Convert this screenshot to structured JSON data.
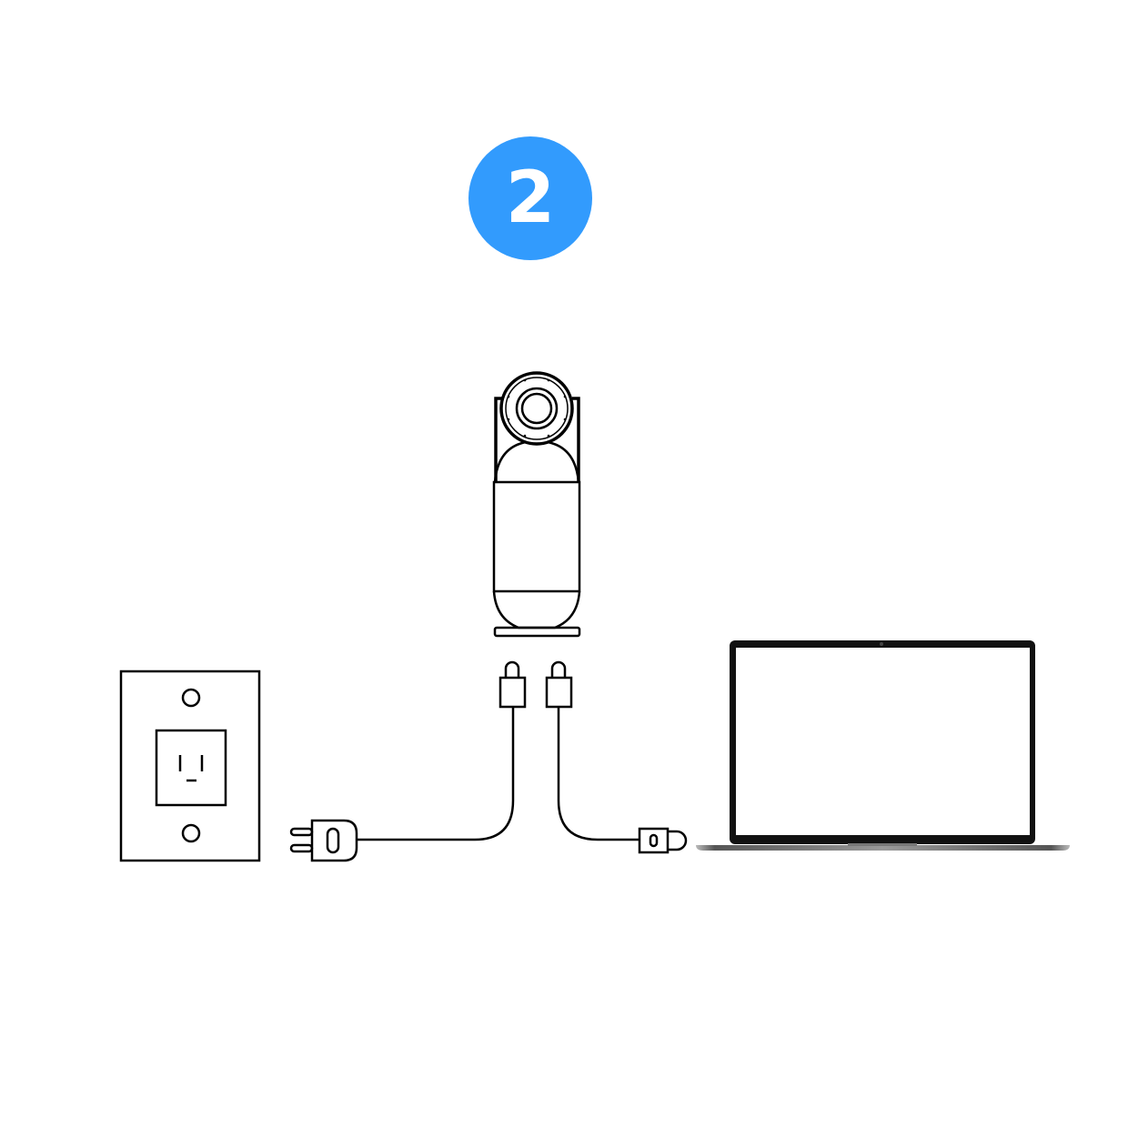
{
  "step": {
    "number": "2",
    "color": "#329BFD"
  },
  "items": {
    "outlet": "wall-outlet",
    "plug": "power-plug",
    "device": "conference-camera",
    "usb": "usb-connector",
    "laptop": "laptop"
  }
}
